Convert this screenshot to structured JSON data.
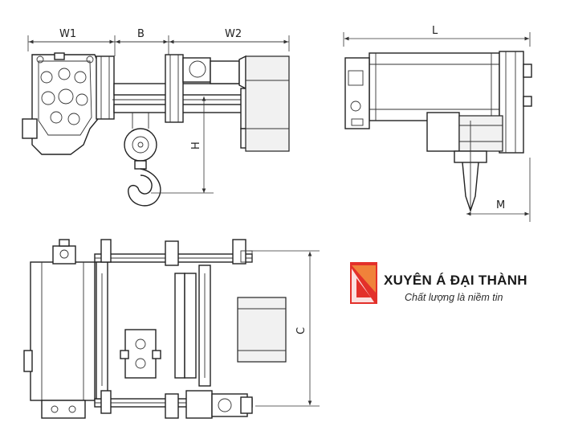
{
  "dimensions": {
    "w1": "W1",
    "b": "B",
    "w2": "W2",
    "h": "H",
    "l": "L",
    "m": "M",
    "c": "C"
  },
  "brand": {
    "name": "XUYÊN Á ĐẠI THÀNH",
    "tagline": "Chất lượng là niềm tin",
    "logo_colors": [
      "#e3302a",
      "#f0823a"
    ]
  }
}
